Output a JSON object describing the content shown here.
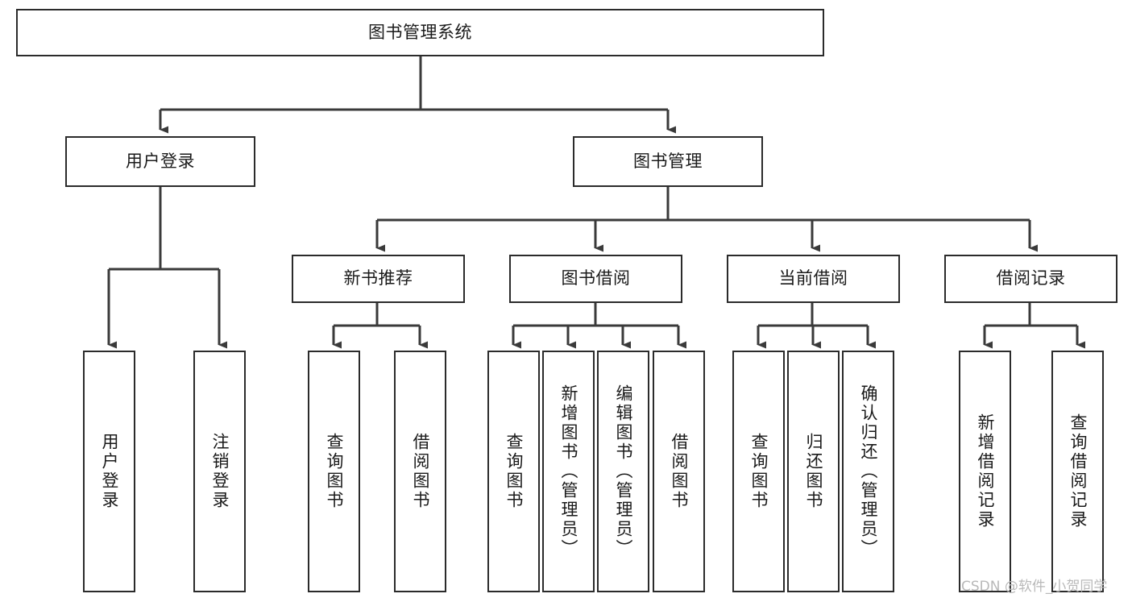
{
  "diagram": {
    "type": "tree",
    "title": "图书管理系统",
    "orientation": "top-down",
    "colors": {
      "box_border": "#2b2b2b",
      "box_fill": "#ffffff",
      "connector": "#3a3a3a",
      "text": "#1a1a1a",
      "watermark": "#b9b9b9",
      "background": "#ffffff"
    },
    "root": {
      "label": "图书管理系统"
    },
    "level1": [
      {
        "label": "用户登录"
      },
      {
        "label": "图书管理"
      }
    ],
    "level2": [
      {
        "label": "新书推荐"
      },
      {
        "label": "图书借阅"
      },
      {
        "label": "当前借阅"
      },
      {
        "label": "借阅记录"
      }
    ],
    "leaves": {
      "user_login": [
        {
          "label": "用户登录"
        },
        {
          "label": "注销登录"
        }
      ],
      "new_book_recommend": [
        {
          "label": "查询图书"
        },
        {
          "label": "借阅图书"
        }
      ],
      "book_borrow": [
        {
          "label": "查询图书"
        },
        {
          "label": "新增图书（管理员）"
        },
        {
          "label": "编辑图书（管理员）"
        },
        {
          "label": "借阅图书"
        }
      ],
      "current_borrow": [
        {
          "label": "查询图书"
        },
        {
          "label": "归还图书"
        },
        {
          "label": "确认归还（管理员）"
        }
      ],
      "borrow_record": [
        {
          "label": "新增借阅记录"
        },
        {
          "label": "查询借阅记录"
        }
      ]
    }
  },
  "watermark": {
    "text": "CSDN @软件_小贺同学"
  }
}
